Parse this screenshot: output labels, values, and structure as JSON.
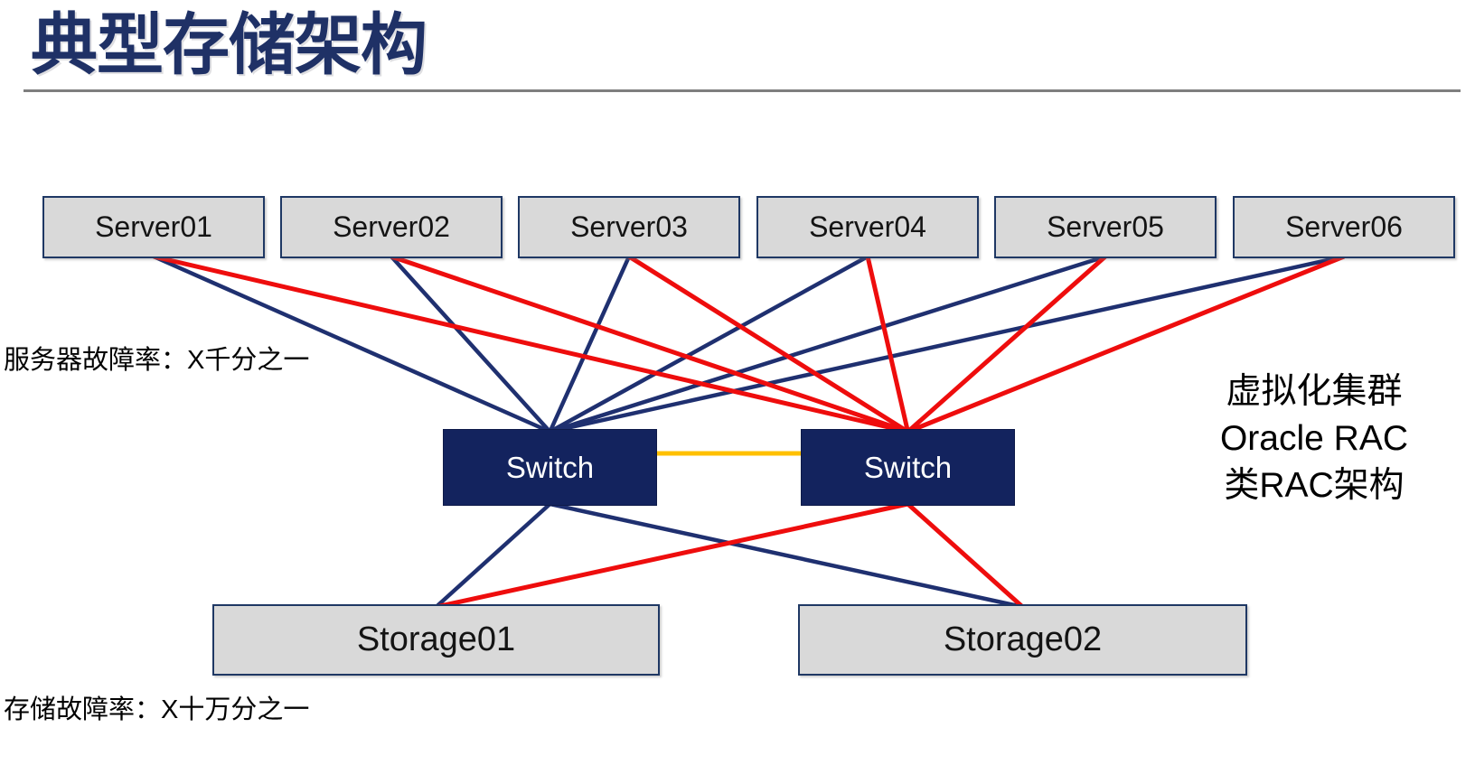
{
  "title": "典型存储架构",
  "labels": {
    "server_failure_rate": "服务器故障率：X千分之一",
    "storage_failure_rate": "存储故障率：X十万分之一",
    "right_note_lines": [
      "虚拟化集群",
      "Oracle RAC",
      "类RAC架构"
    ]
  },
  "colors": {
    "navy": "#1f3070",
    "red": "#ee0d0d",
    "gold": "#ffc000",
    "box_fill": "#d9d9d9",
    "box_border": "#1f3864",
    "switch_fill": "#13235e",
    "title_color": "#1f3166",
    "divider": "#7f7f7f"
  },
  "nodes": {
    "servers": [
      {
        "id": "server01",
        "label": "Server01"
      },
      {
        "id": "server02",
        "label": "Server02"
      },
      {
        "id": "server03",
        "label": "Server03"
      },
      {
        "id": "server04",
        "label": "Server04"
      },
      {
        "id": "server05",
        "label": "Server05"
      },
      {
        "id": "server06",
        "label": "Server06"
      }
    ],
    "switches": [
      {
        "id": "switch-a",
        "label": "Switch"
      },
      {
        "id": "switch-b",
        "label": "Switch"
      }
    ],
    "storages": [
      {
        "id": "storage01",
        "label": "Storage01"
      },
      {
        "id": "storage02",
        "label": "Storage02"
      }
    ]
  },
  "edges": [
    {
      "from": "server01",
      "to": "switch-a",
      "color": "navy"
    },
    {
      "from": "server02",
      "to": "switch-a",
      "color": "navy"
    },
    {
      "from": "server03",
      "to": "switch-a",
      "color": "navy"
    },
    {
      "from": "server04",
      "to": "switch-a",
      "color": "navy"
    },
    {
      "from": "server05",
      "to": "switch-a",
      "color": "navy"
    },
    {
      "from": "server06",
      "to": "switch-a",
      "color": "navy"
    },
    {
      "from": "server01",
      "to": "switch-b",
      "color": "red"
    },
    {
      "from": "server02",
      "to": "switch-b",
      "color": "red"
    },
    {
      "from": "server03",
      "to": "switch-b",
      "color": "red"
    },
    {
      "from": "server04",
      "to": "switch-b",
      "color": "red"
    },
    {
      "from": "server05",
      "to": "switch-b",
      "color": "red"
    },
    {
      "from": "server06",
      "to": "switch-b",
      "color": "red"
    },
    {
      "from": "switch-a",
      "to": "storage01",
      "color": "navy"
    },
    {
      "from": "switch-a",
      "to": "storage02",
      "color": "navy"
    },
    {
      "from": "switch-b",
      "to": "storage01",
      "color": "red"
    },
    {
      "from": "switch-b",
      "to": "storage02",
      "color": "red"
    },
    {
      "from": "switch-a",
      "to": "switch-b",
      "color": "gold",
      "style": "trunk"
    }
  ]
}
